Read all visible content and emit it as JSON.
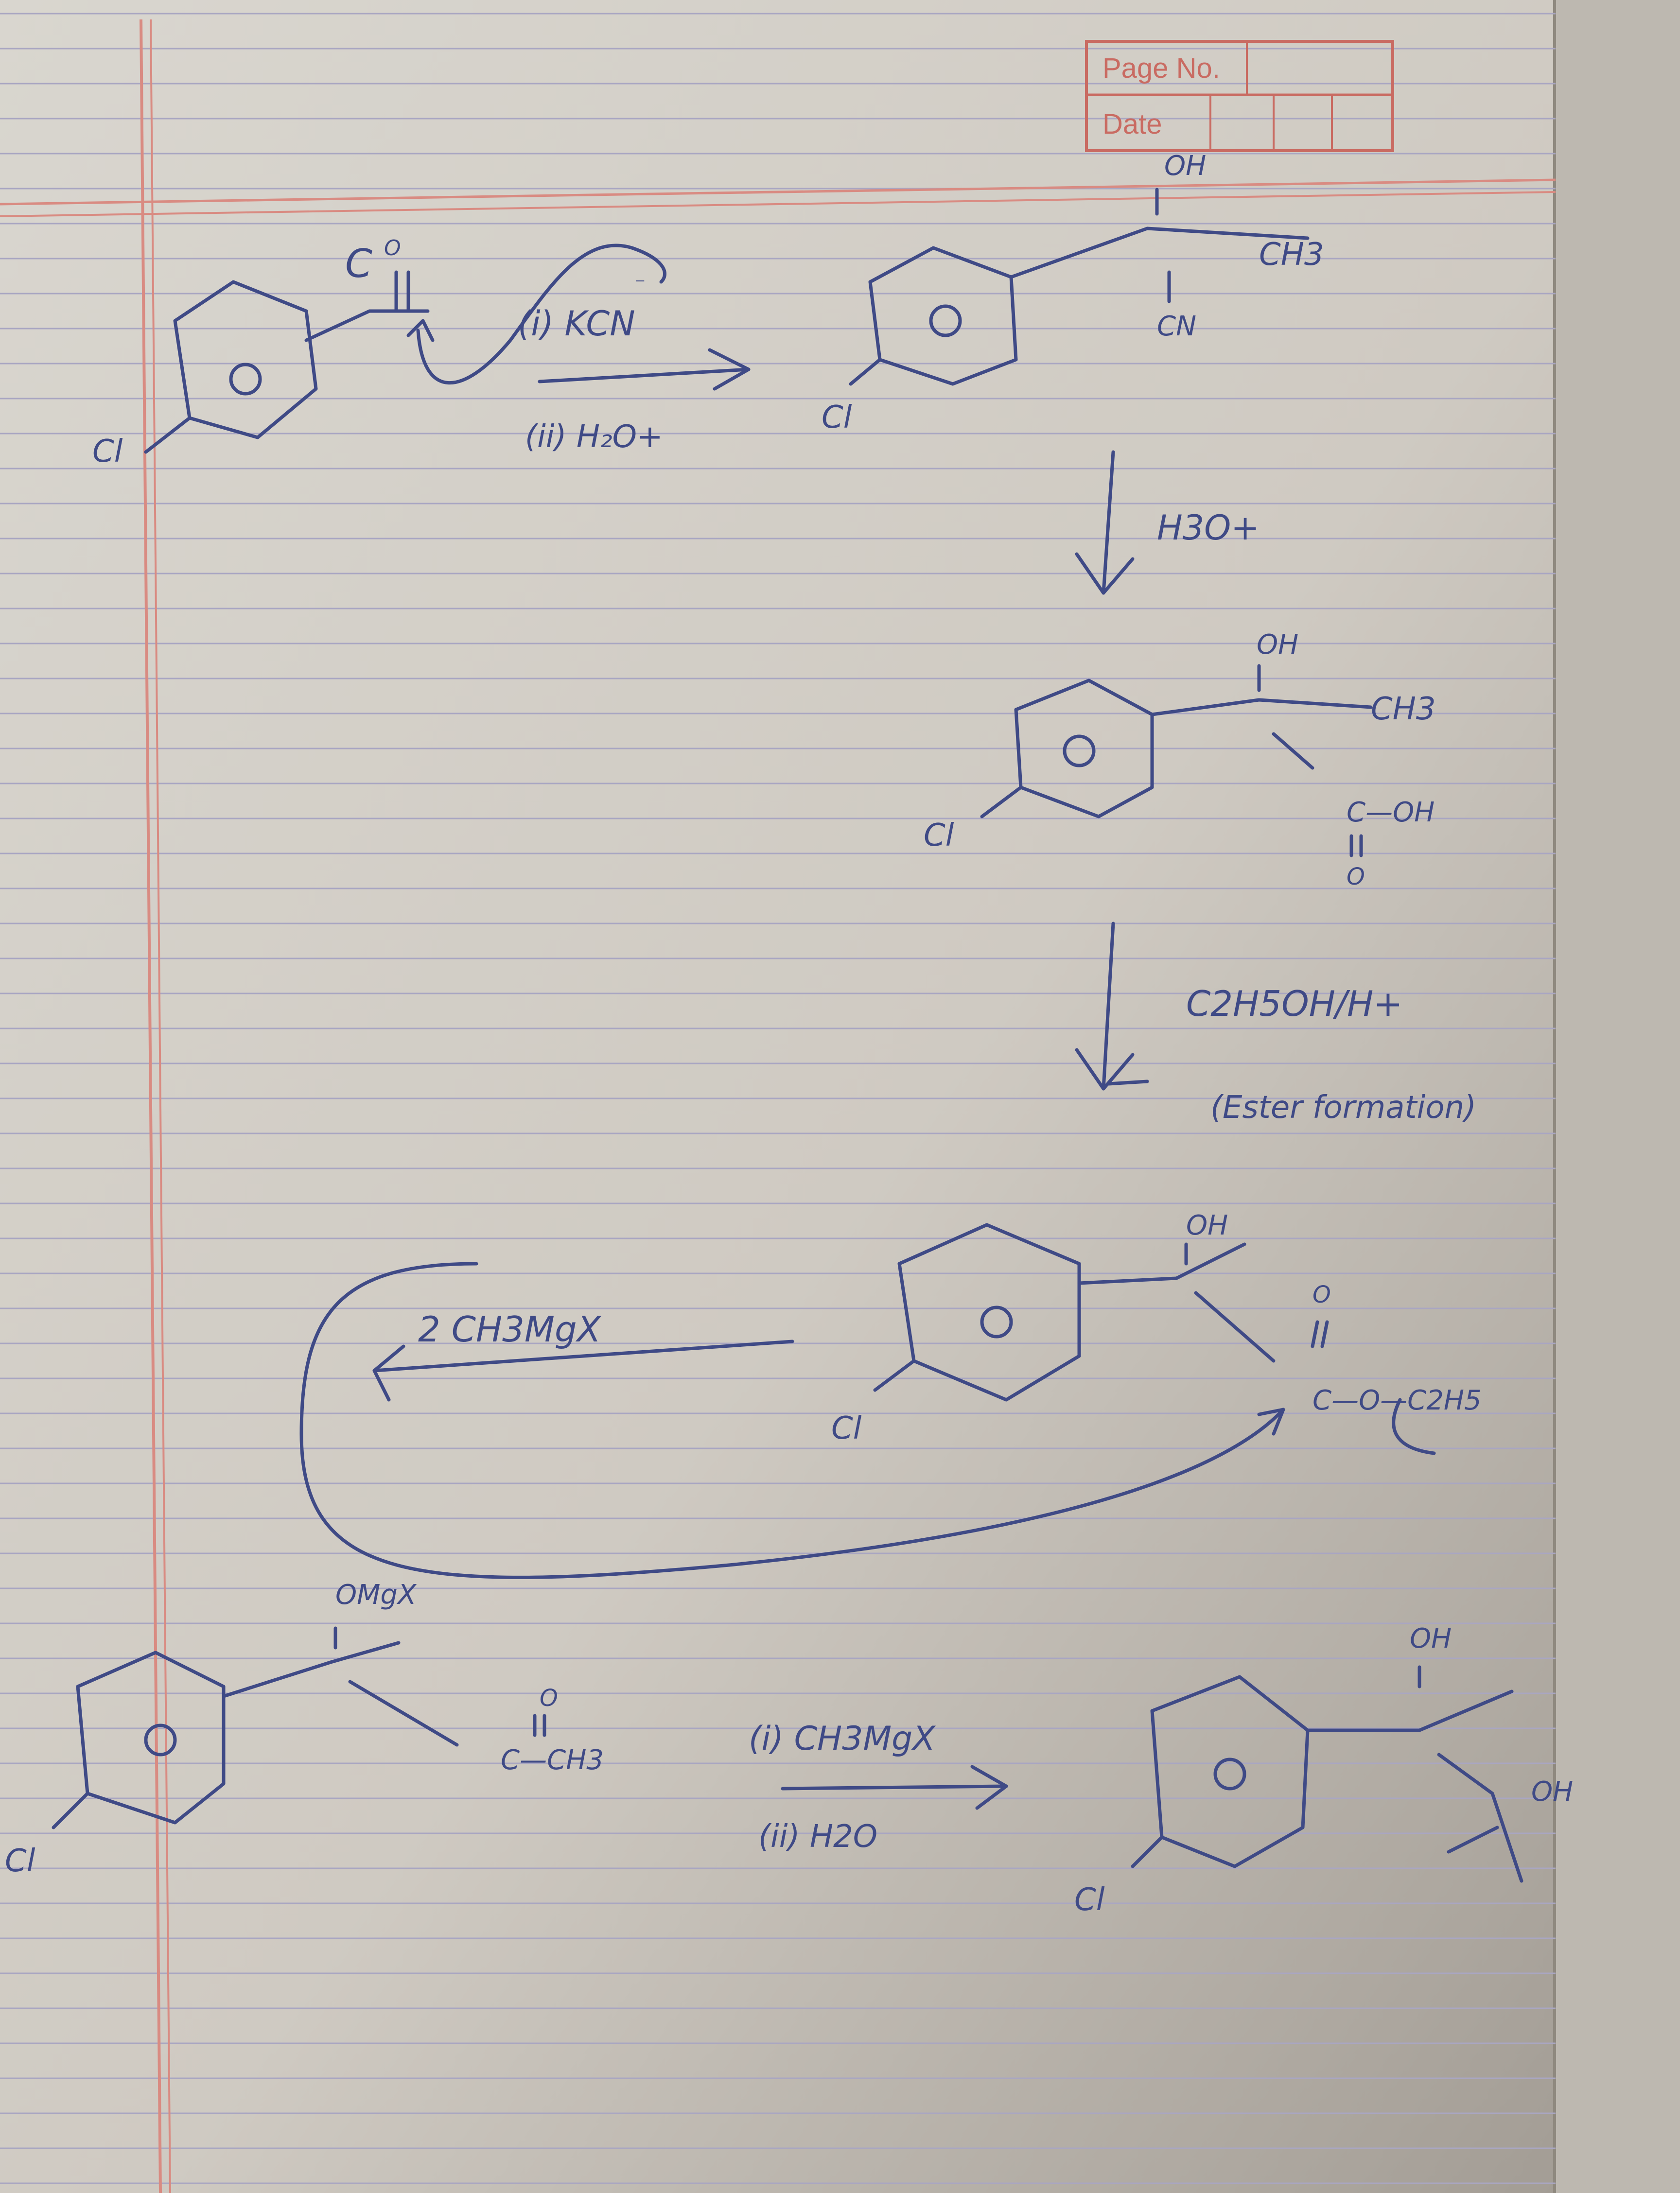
{
  "header": {
    "page_no_label": "Page No.",
    "date_label": "Date"
  },
  "reaction": {
    "start": {
      "carbonyl": "C",
      "carbonyl_o": "O",
      "substituent": "Cl"
    },
    "step1": {
      "reagent_1": "(i) KCN",
      "reagent_2": "(ii) H₂O+",
      "cyanide": "⁻",
      "product": {
        "oh": "OH",
        "methyl": "CH3",
        "cn": "CN",
        "cl": "Cl"
      }
    },
    "step2": {
      "reagent": "H3O+",
      "product": {
        "oh": "OH",
        "methyl": "CH3",
        "cooh": "C—OH",
        "carbonyl_o": "O",
        "cl": "Cl"
      }
    },
    "step3": {
      "reagent": "C2H5OH/H+",
      "note": "(Ester formation)",
      "product": {
        "oh": "OH",
        "ester": "C—O—C2H5",
        "carbonyl_o": "O",
        "cl": "Cl"
      }
    },
    "step4": {
      "reagent": "2 CH3MgX",
      "intermediate": {
        "omgx": "OMgX",
        "ketone_o": "O",
        "ketone_methyl": "C—CH3",
        "cl": "Cl"
      }
    },
    "step5": {
      "reagent_1": "(i) CH3MgX",
      "reagent_2": "(ii) H2O",
      "product": {
        "oh_top": "OH",
        "oh_side": "OH",
        "cl": "Cl"
      }
    }
  }
}
